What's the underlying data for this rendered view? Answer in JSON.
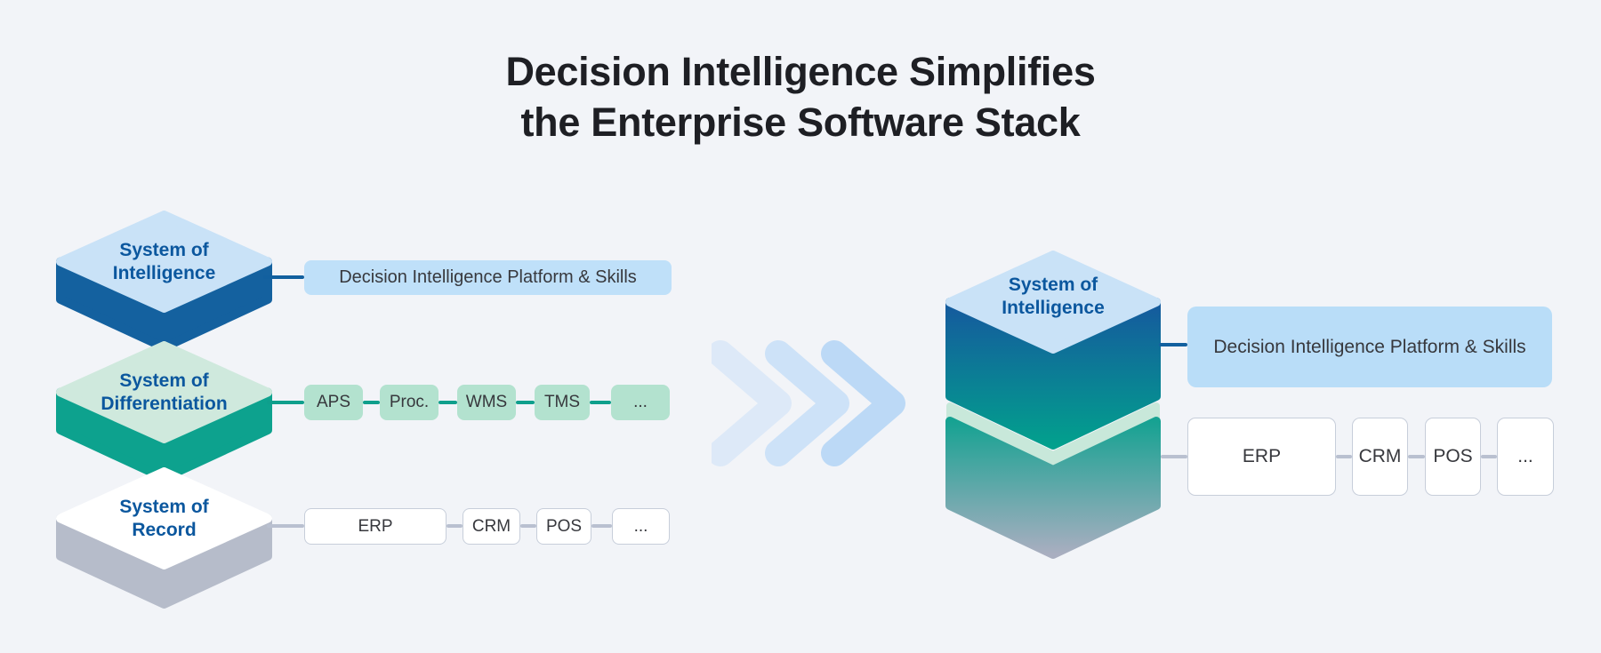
{
  "title": {
    "line1": "Decision Intelligence Simplifies",
    "line2": "the Enterprise Software Stack"
  },
  "left_stack": {
    "intelligence": {
      "label1": "System of",
      "label2": "Intelligence",
      "item": "Decision Intelligence Platform & Skills"
    },
    "differentiation": {
      "label1": "System of",
      "label2": "Differentiation",
      "items": [
        "APS",
        "Proc.",
        "WMS",
        "TMS",
        "..."
      ]
    },
    "record": {
      "label1": "System of",
      "label2": "Record",
      "items": [
        "ERP",
        "CRM",
        "POS",
        "..."
      ]
    }
  },
  "right_stack": {
    "label1": "System of",
    "label2": "Intelligence",
    "platform_item": "Decision Intelligence Platform & Skills",
    "record_items": [
      "ERP",
      "CRM",
      "POS",
      "..."
    ]
  },
  "colors": {
    "background": "#f2f4f8",
    "title_text": "#1e1f24",
    "diamond_label_text": "#0b579e",
    "intelligence_face": "#c9e2f7",
    "intelligence_side": "#14619f",
    "differentiation_face": "#cfe9dd",
    "differentiation_side": "#0da28e",
    "record_face": "#ffffff",
    "record_side": "#b6bcca",
    "platform_box_left": "#bfe0f9",
    "platform_box_right": "#b9ddf8",
    "green_box": "#b3e2cf",
    "teal_connector": "#0f9f8c",
    "blue_connector": "#12609f",
    "gray_connector": "#b9c0d0",
    "white_box_border": "#c7ceda",
    "box_text": "#37383d",
    "chevron_light": "#dde9f8",
    "chevron_mid": "#cde2f8",
    "chevron_dark": "#bcd9f6",
    "gradient_blue_top": "#15599e",
    "gradient_teal": "#02a08d",
    "gradient_teal_top2": "#16a292",
    "gradient_gray_bottom": "#a9aec0",
    "mint_band": "#c8e8da"
  }
}
